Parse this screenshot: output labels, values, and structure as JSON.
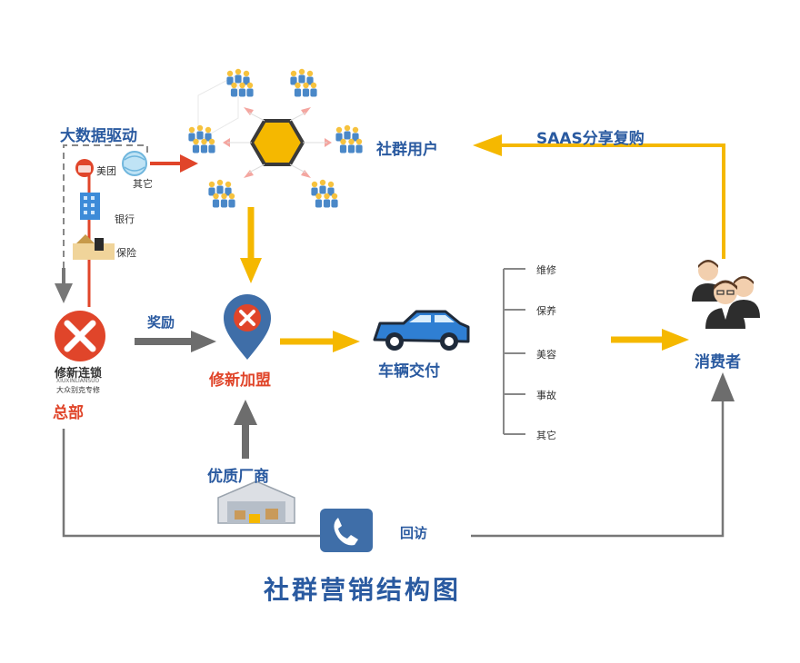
{
  "labels": {
    "big_data": "大数据驱动",
    "meituan": "美团",
    "other_top": "其它",
    "bank": "银行",
    "insurance": "保险",
    "community_users": "社群用户",
    "saas": "SAAS分享复购",
    "reward": "奖励",
    "franchise": "修新加盟",
    "delivery": "车辆交付",
    "consumer": "消费者",
    "supplier": "优质厂商",
    "revisit": "回访",
    "hq": "总部",
    "logo_text": "修新连锁",
    "logo_pinyin": "XIUXINLIANSUO",
    "logo_sub": "大众别克专修",
    "title": "社群营销结构图"
  },
  "services": [
    "维修",
    "保养",
    "美容",
    "事故",
    "其它"
  ],
  "colors": {
    "blue": "#2a5aa0",
    "red": "#e0452a",
    "yellow": "#f5b800",
    "gray": "#6d6d6d",
    "line": "#777777"
  },
  "icons": [
    "people-group-icon",
    "hexagon-icon",
    "location-pin-icon",
    "car-icon",
    "phone-icon",
    "warehouse-icon",
    "businessman-group-icon",
    "hq-logo-icon"
  ]
}
